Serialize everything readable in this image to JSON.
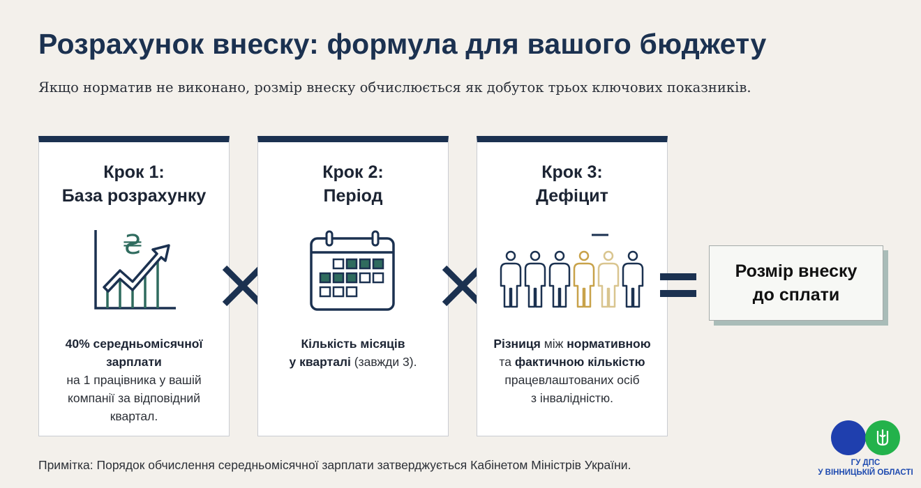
{
  "title": "Розрахунок внеску: формула для вашого бюджету",
  "subtitle": "Якщо норматив не виконано, розмір внеску обчислюється як добуток трьох ключових показників.",
  "steps": [
    {
      "line1": "Крок 1:",
      "line2": "База розрахунку",
      "icon": "salary-growth-chart-icon",
      "desc": {
        "b1": "40% середньомісячної",
        "b2": "зарплати",
        "t1": "на 1 працівника у вашій",
        "t2": "компанії за відповідний",
        "t3": "квартал."
      }
    },
    {
      "line1": "Крок 2:",
      "line2": "Період",
      "icon": "calendar-icon",
      "desc": {
        "b1": "Кількість місяців",
        "b2": "у кварталі",
        "t1": " (завжди 3)."
      }
    },
    {
      "line1": "Крок 3:",
      "line2": "Дефіцит",
      "icon": "people-deficit-icon",
      "desc": {
        "b1": "Різниця",
        "t1": " між ",
        "b2": "нормативною",
        "t2": "та ",
        "b3": "фактичною кількістю",
        "t3": "працевлаштованих осіб",
        "t4": "з інвалідністю."
      }
    }
  ],
  "result": {
    "line1": "Розмір внеску",
    "line2": "до сплати"
  },
  "note": "Примітка: Порядок обчислення середньомісячної зарплати затверджується Кабінетом Міністрів України.",
  "logo": {
    "line1": "ГУ ДПС",
    "line2": "У ВІННИЦЬКІЙ ОБЛАСТІ"
  },
  "colors": {
    "navy": "#1b3150",
    "teal": "#2f6b5e",
    "gold": "#c8a24a",
    "logoBlue": "#1f3fae",
    "logoGreen": "#23b24b"
  }
}
